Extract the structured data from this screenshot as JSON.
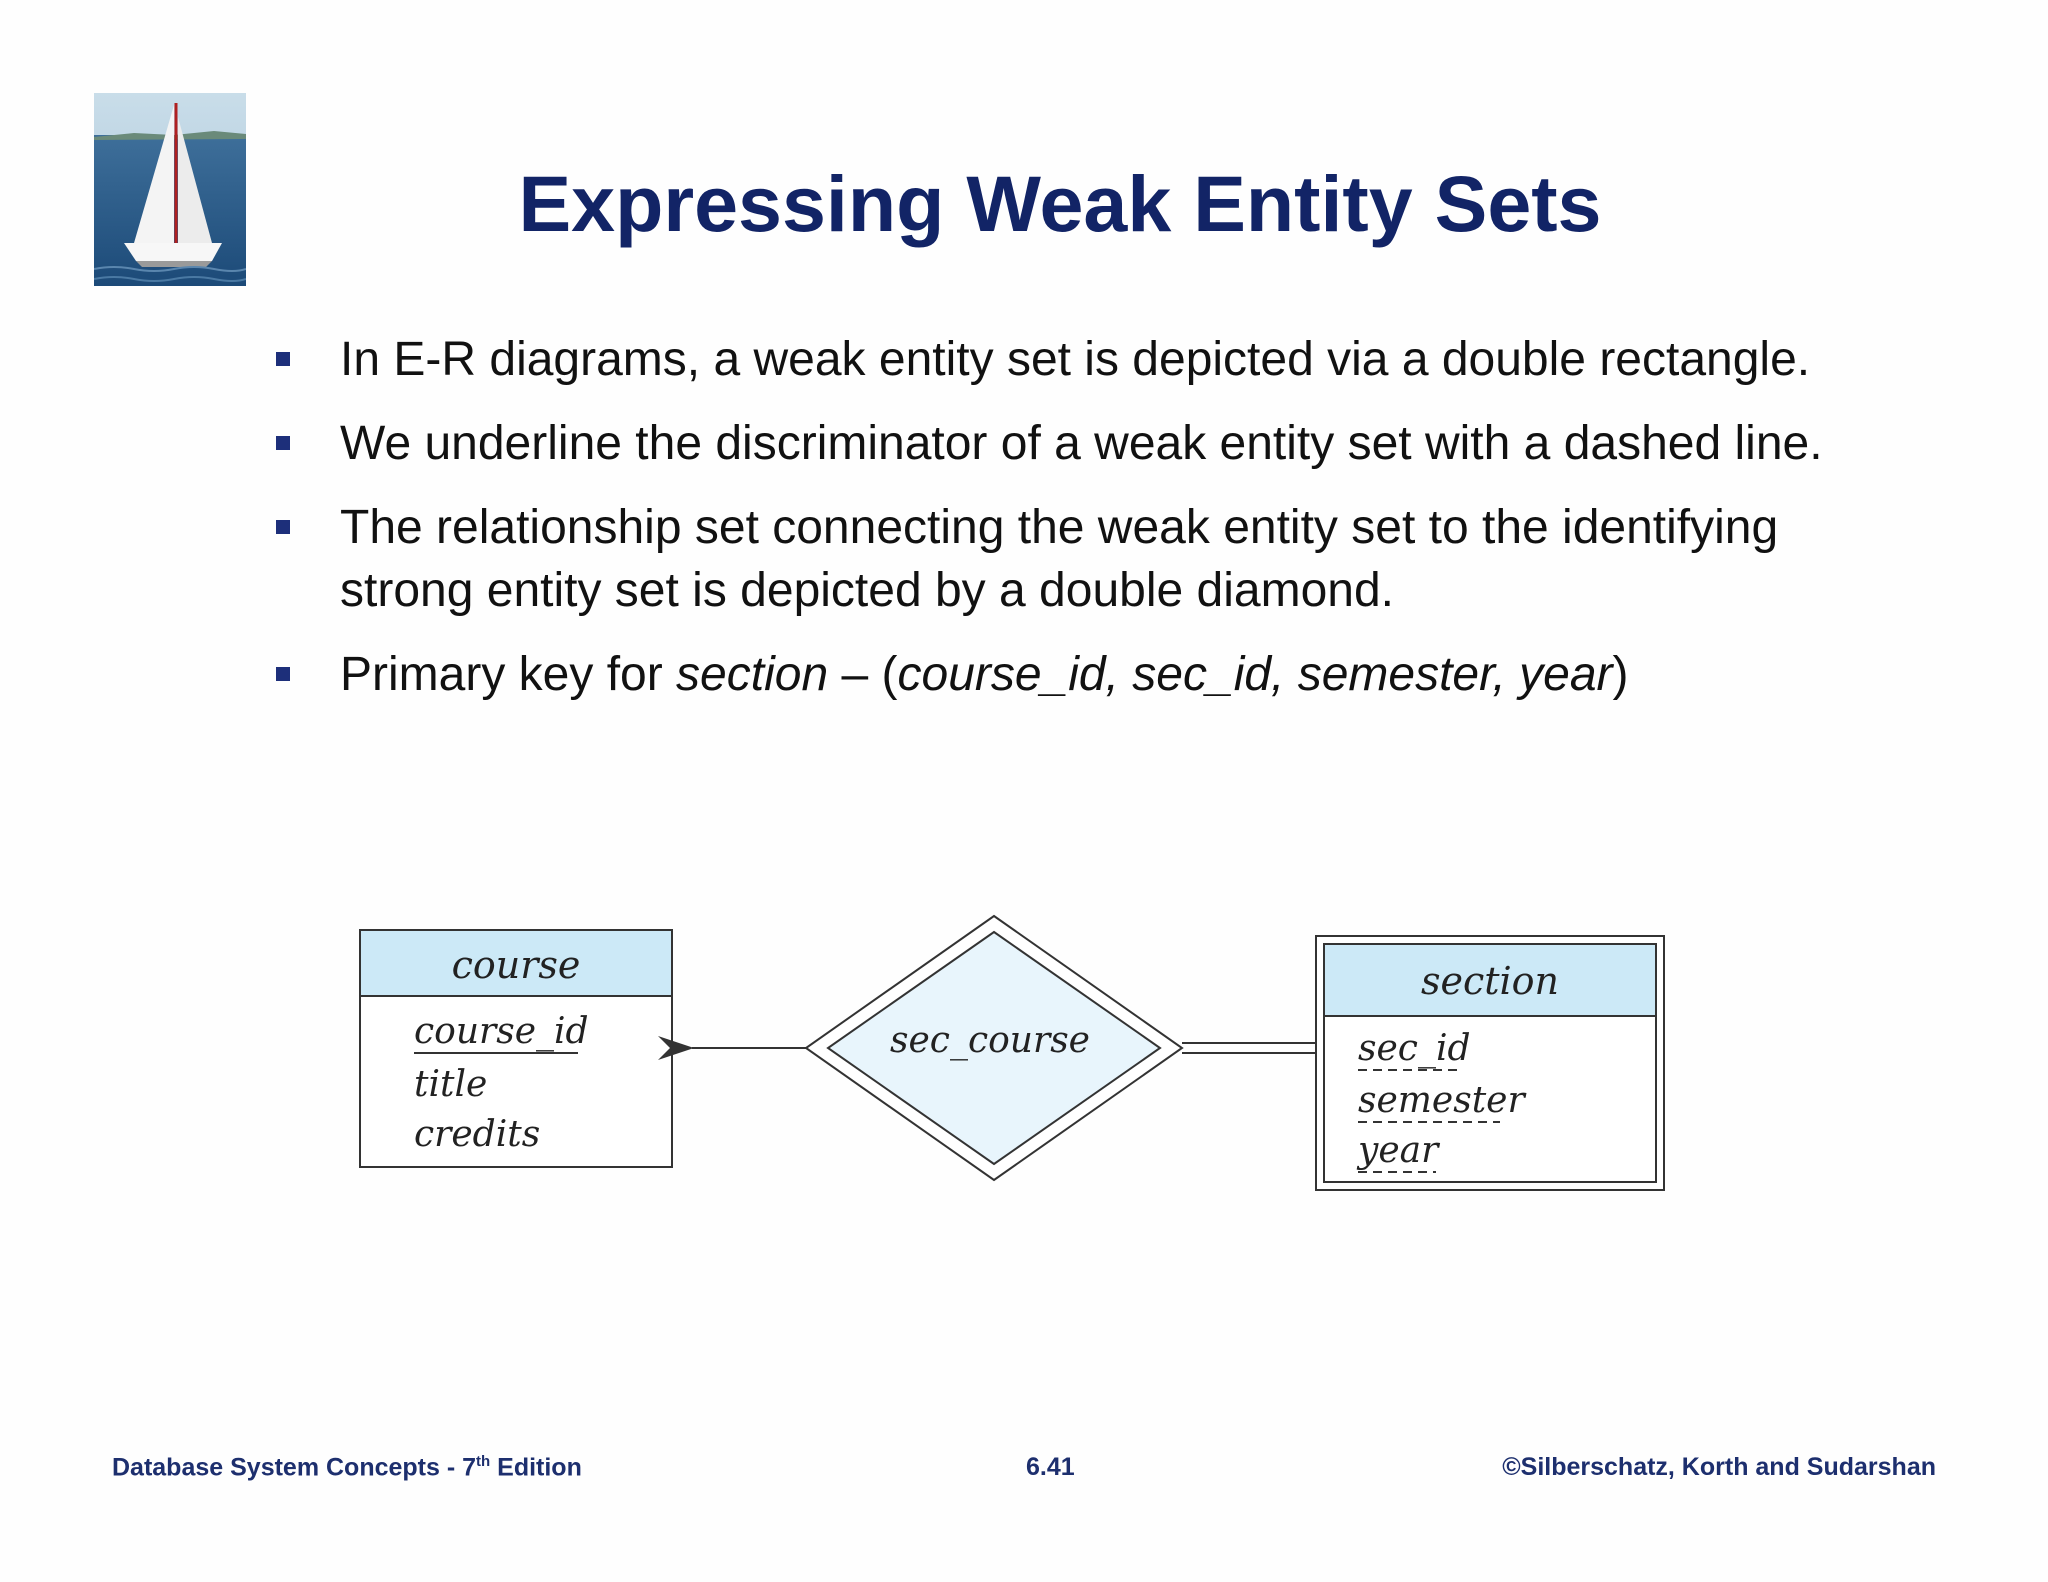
{
  "slide": {
    "title": "Expressing Weak Entity Sets",
    "bullets": [
      {
        "text": "In E-R diagrams, a weak entity set is depicted via a double rectangle."
      },
      {
        "text": "We underline the discriminator of a weak entity set  with a dashed line."
      },
      {
        "text": "The relationship set connecting the  weak entity set to the identifying strong entity set is depicted by a double diamond."
      },
      {
        "prefix": "Primary key for ",
        "italic1": "section",
        "middle": " – (",
        "italic2": "course_id, sec_id, semester, year",
        "suffix": ")"
      }
    ]
  },
  "diagram": {
    "course": {
      "name": "course",
      "attributes": [
        "course_id",
        "title",
        "credits"
      ]
    },
    "relationship": {
      "name": "sec_course"
    },
    "section": {
      "name": "section",
      "attributes": [
        "sec_id",
        "semester",
        "year"
      ]
    },
    "colors": {
      "entity_header": "#cce9f7",
      "diamond_fill": "#e8f5fc",
      "line": "#333333"
    }
  },
  "footer": {
    "left_main": "Database System Concepts - 7",
    "left_sup": "th",
    "left_end": " Edition",
    "center": "6.41",
    "right": "©Silberschatz, Korth and Sudarshan"
  }
}
